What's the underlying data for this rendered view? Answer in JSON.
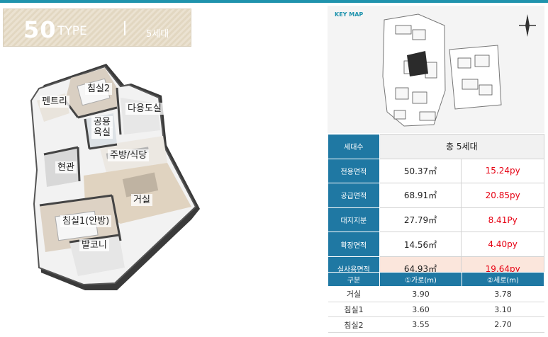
{
  "title": {
    "number": "50",
    "type_label": "TYPE",
    "units": "5세대"
  },
  "rooms": {
    "bedroom2": "침실2",
    "pantry": "펜트리",
    "utility": "다용도실",
    "bathroom_line1": "공용",
    "bathroom_line2": "욕실",
    "kitchen": "주방/식당",
    "entrance": "현관",
    "living": "거실",
    "bedroom1": "침실1(안방)",
    "balcony": "발코니"
  },
  "keymap": {
    "label": "KEY MAP"
  },
  "spec_table": {
    "households_label": "세대수",
    "households_value": "총 5세대",
    "rows": [
      {
        "label": "전용면적",
        "m2": "50.37㎡",
        "py": "15.24py"
      },
      {
        "label": "공급면적",
        "m2": "68.91㎡",
        "py": "20.85py"
      },
      {
        "label": "대지지분",
        "m2": "27.79㎡",
        "py": "8.41Py"
      },
      {
        "label": "확장면적",
        "m2": "14.56㎡",
        "py": "4.40py"
      },
      {
        "label": "실사용면적",
        "m2": "64.93㎡",
        "py": "19.64py"
      }
    ]
  },
  "dim_table": {
    "headers": [
      "구분",
      "①가로(m)",
      "②세로(m)"
    ],
    "rows": [
      [
        "거실",
        "3.90",
        "3.78"
      ],
      [
        "침실1",
        "3.60",
        "3.10"
      ],
      [
        "침실2",
        "3.55",
        "2.70"
      ]
    ]
  },
  "colors": {
    "accent": "#1f93ad",
    "table_header": "#1f78a3",
    "highlight_text": "#e60012",
    "highlight_row": "#fbe6dc"
  }
}
